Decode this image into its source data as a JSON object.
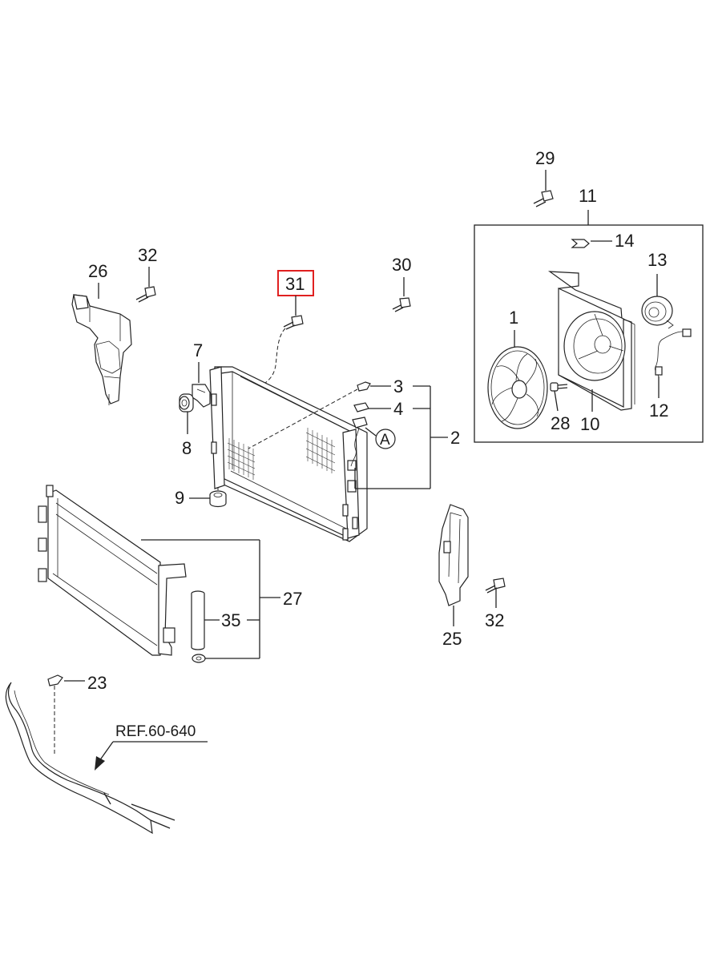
{
  "callouts": {
    "c1": "1",
    "c2": "2",
    "c3": "3",
    "c4": "4",
    "c7": "7",
    "c8": "8",
    "c9": "9",
    "c10": "10",
    "c11": "11",
    "c12": "12",
    "c13": "13",
    "c14": "14",
    "c23": "23",
    "c25": "25",
    "c26": "26",
    "c27": "27",
    "c28": "28",
    "c29": "29",
    "c30": "30",
    "c31": "31",
    "c32a": "32",
    "c32b": "32",
    "c35": "35"
  },
  "marker_a": "A",
  "reference": "REF.60-640",
  "highlight_color": "#e02020"
}
